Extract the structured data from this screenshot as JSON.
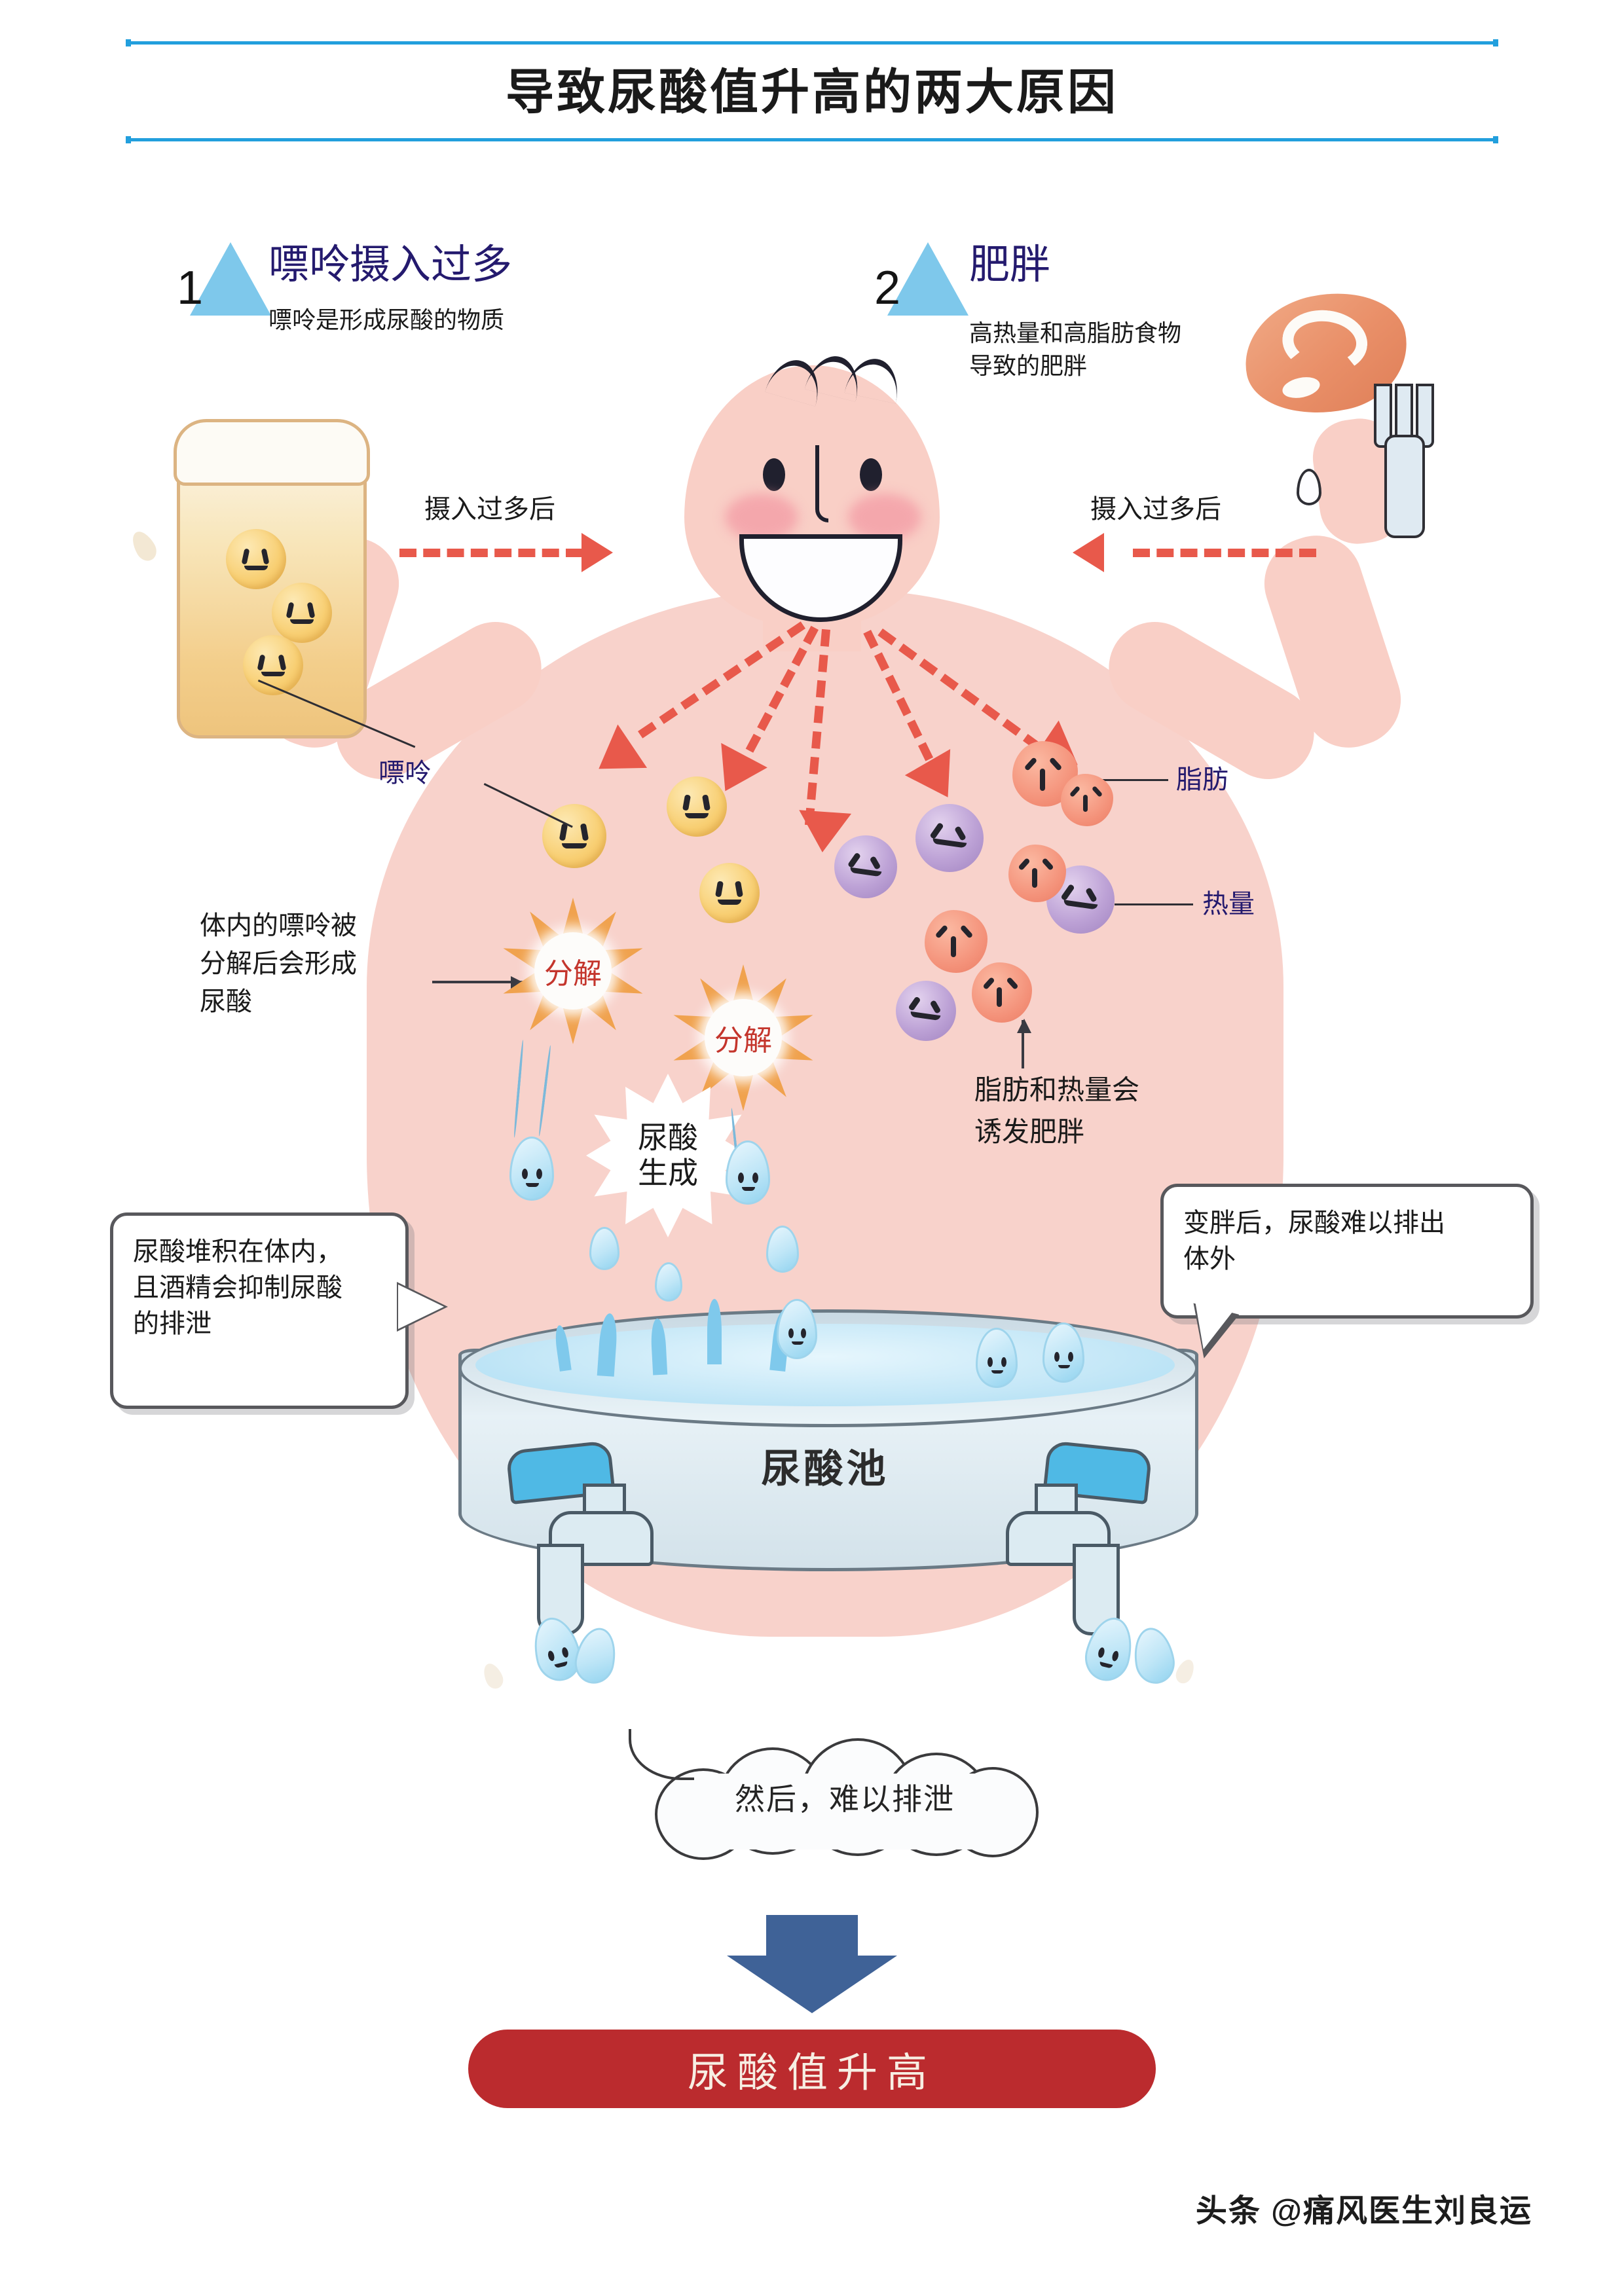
{
  "page": {
    "title": "导致尿酸值升高的两大原因",
    "accent_blue": "#229fdd",
    "triangle_blue": "#7ec8eb",
    "heading_navy": "#241a6e",
    "arrow_red": "#e8594b",
    "result_red": "#bb2b2e",
    "down_arrow_blue": "#3f6297",
    "body_pink": "#f8d2cb"
  },
  "sections": [
    {
      "number": "1",
      "heading": "嘌呤摄入过多",
      "subtitle": "嘌呤是形成尿酸的物质",
      "intake_label": "摄入过多后",
      "icon": "beer-glass-icon"
    },
    {
      "number": "2",
      "heading": "肥胖",
      "subtitle_line1": "高热量和高脂肪食物",
      "subtitle_line2": "导致的肥胖",
      "intake_label": "摄入过多后",
      "icon": "meat-on-fork-icon"
    }
  ],
  "callouts": {
    "purine_label": "嘌呤",
    "fat_label": "脂肪",
    "calorie_label": "热量",
    "left_note_line1": "体内的嘌呤被",
    "left_note_line2": "分解后会形成",
    "left_note_line3": "尿酸",
    "right_note_line1": "脂肪和热量会",
    "right_note_line2": "诱发肥胖",
    "breakdown_label": "分解",
    "uric_acid_burst_line1": "尿酸",
    "uric_acid_burst_line2": "生成",
    "basin_label": "尿酸池"
  },
  "bubbles": {
    "left": {
      "line1": "尿酸堆积在体内，",
      "line2": "且酒精会抑制尿酸",
      "line3": "的排泄"
    },
    "right": {
      "line1": "变胖后，尿酸难以排出",
      "line2": "体外"
    },
    "cloud": "然后，难以排泄"
  },
  "result": {
    "label": "尿酸值升高"
  },
  "watermark": "头条 @痛风医生刘良运"
}
